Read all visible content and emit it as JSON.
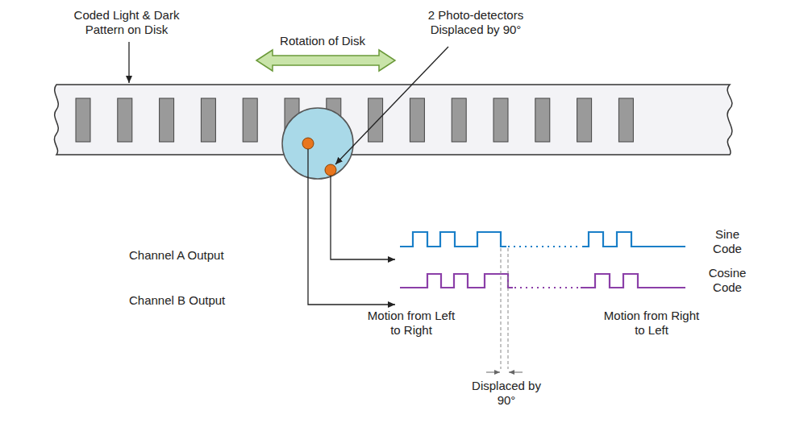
{
  "diagram": {
    "labels": [
      "Coded Light & Dark Pattern on Disk",
      "Rotation of Disk",
      "2 Photo-detectors Displaced by 90°",
      "Channel A Output",
      "Channel B Output",
      "Sine Code",
      "Cosine Code",
      "Motion from Left to Right",
      "Motion from Right to Left",
      "Displaced by 90°"
    ]
  }
}
